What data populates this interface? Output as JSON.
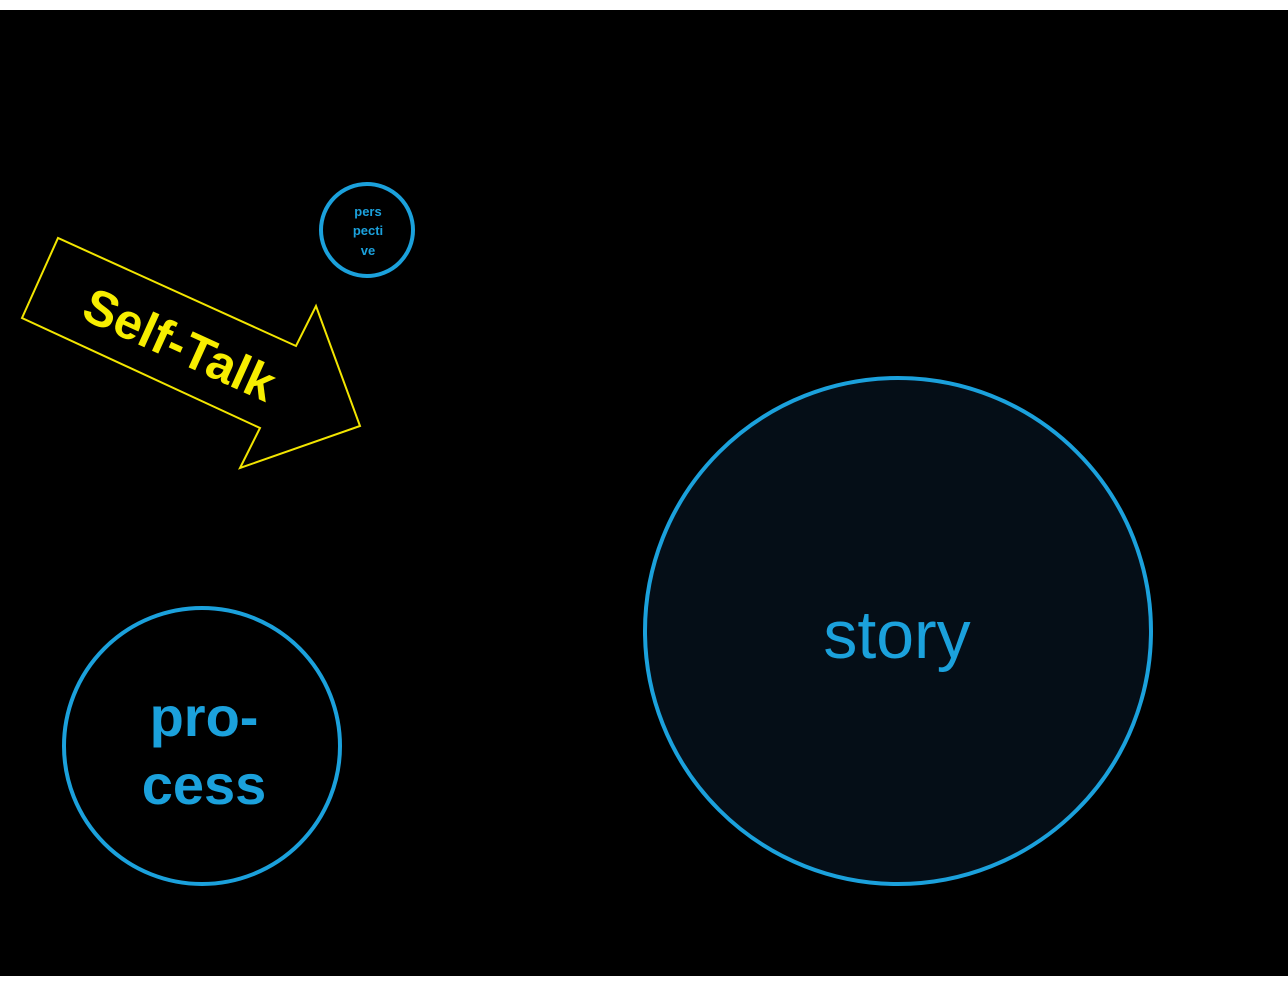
{
  "colors": {
    "background": "#000000",
    "circle_stroke": "#1ba1dc",
    "circle_text": "#1ba1dc",
    "story_fill": "#050e17",
    "arrow_stroke": "#f2e500",
    "arrow_text": "#f7ee00",
    "frame": "#ffffff"
  },
  "arrow": {
    "label": "Self-Talk"
  },
  "perspective_circle": {
    "lines": [
      "pers",
      "pecti",
      "ve"
    ]
  },
  "process_circle": {
    "lines": [
      "pro-",
      "cess"
    ]
  },
  "story_circle": {
    "label": "story"
  }
}
